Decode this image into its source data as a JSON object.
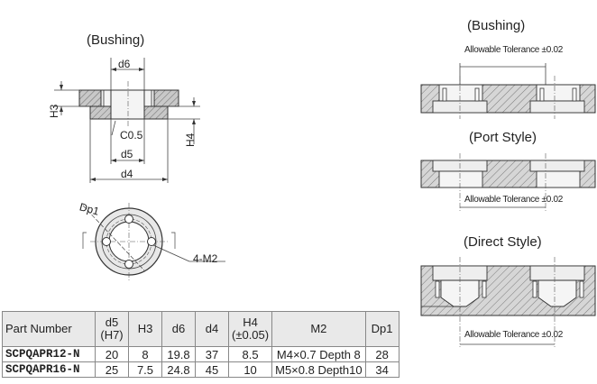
{
  "left_drawing": {
    "title": "(Bushing)",
    "dims": {
      "d6": "d6",
      "h3": "H3",
      "c05": "C0.5",
      "h4": "H4",
      "d5": "d5",
      "d4": "d4",
      "dp1": "Dp1",
      "m2": "4-M2"
    }
  },
  "right_drawings": {
    "bushing_title": "(Bushing)",
    "port_title": "(Port Style)",
    "direct_title": "(Direct Style)",
    "tolerance_label": "Allowable Tolerance ±0.02"
  },
  "table": {
    "headers": {
      "part_number": "Part Number",
      "d5": "d5",
      "d5_sub": "(H7)",
      "h3": "H3",
      "d6": "d6",
      "d4": "d4",
      "h4": "H4",
      "h4_sub": "(±0.05)",
      "m2": "M2",
      "dp1": "Dp1"
    },
    "rows": [
      {
        "part": "SCPQAPR12-N",
        "d5": "20",
        "h3": "8",
        "d6": "19.8",
        "d4": "37",
        "h4": "8.5",
        "m2": "M4×0.7 Depth 8",
        "dp1": "28"
      },
      {
        "part": "SCPQAPR16-N",
        "d5": "25",
        "h3": "7.5",
        "d6": "24.8",
        "d4": "45",
        "h4": "10",
        "m2": "M5×0.8 Depth10",
        "dp1": "34"
      }
    ]
  }
}
